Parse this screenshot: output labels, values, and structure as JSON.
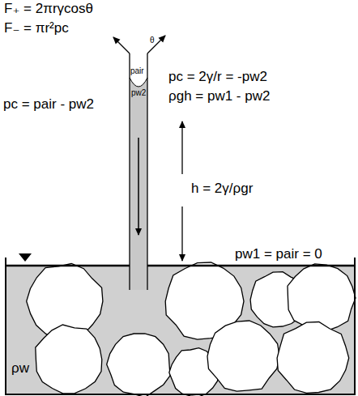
{
  "diagram": {
    "labels": [
      "F₊ = 2πrγcosθ",
      "F₋ = πr²pc",
      "θ",
      "pair",
      "pw2",
      "pc = pair - pw2",
      "pc = 2γ/r = -pw2",
      "ρgh = pw1 - pw2",
      "h = 2γ/ρgr",
      "pw1 = pair = 0",
      "ρw"
    ]
  }
}
